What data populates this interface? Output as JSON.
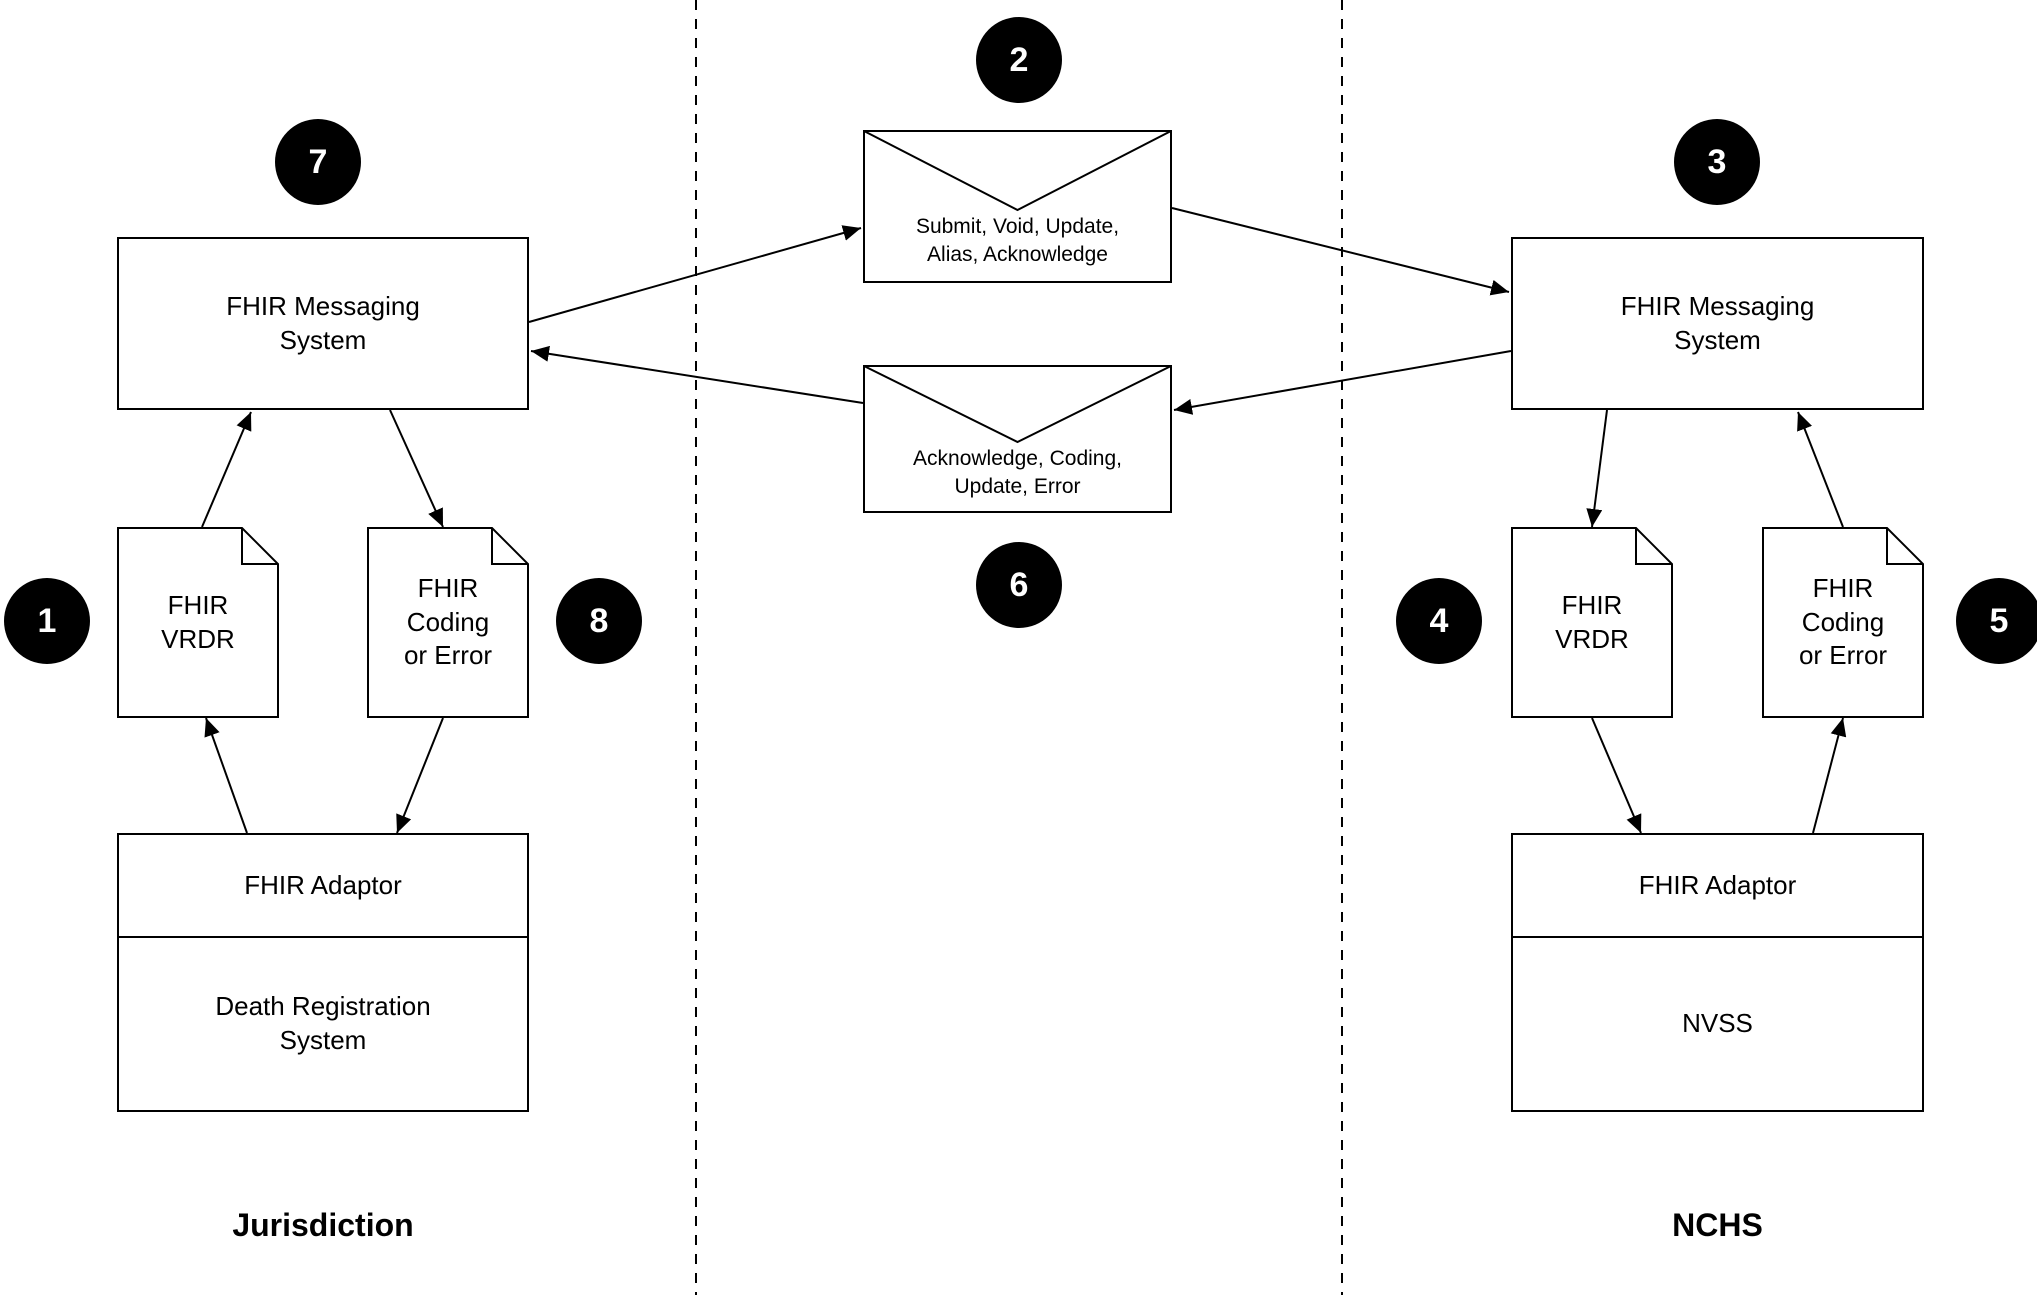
{
  "badges": {
    "b1": {
      "n": "1"
    },
    "b2": {
      "n": "2"
    },
    "b3": {
      "n": "3"
    },
    "b4": {
      "n": "4"
    },
    "b5": {
      "n": "5"
    },
    "b6": {
      "n": "6"
    },
    "b7": {
      "n": "7"
    },
    "b8": {
      "n": "8"
    }
  },
  "jurisdiction": {
    "lane_label": "Jurisdiction",
    "messaging_system": "FHIR Messaging\nSystem",
    "vrdr_doc": "FHIR\nVRDR",
    "coding_doc": "FHIR\nCoding\nor Error",
    "adaptor": "FHIR Adaptor",
    "backend_system": "Death Registration\nSystem"
  },
  "nchs": {
    "lane_label": "NCHS",
    "messaging_system": "FHIR Messaging\nSystem",
    "vrdr_doc": "FHIR\nVRDR",
    "coding_doc": "FHIR\nCoding\nor Error",
    "adaptor": "FHIR Adaptor",
    "backend_system": "NVSS"
  },
  "messages": {
    "outbound": "Submit, Void, Update,\nAlias, Acknowledge",
    "inbound": "Acknowledge, Coding,\nUpdate, Error"
  },
  "colors": {
    "line": "#000000",
    "badge_bg": "#000000",
    "badge_text": "#ffffff",
    "background": "#ffffff"
  }
}
